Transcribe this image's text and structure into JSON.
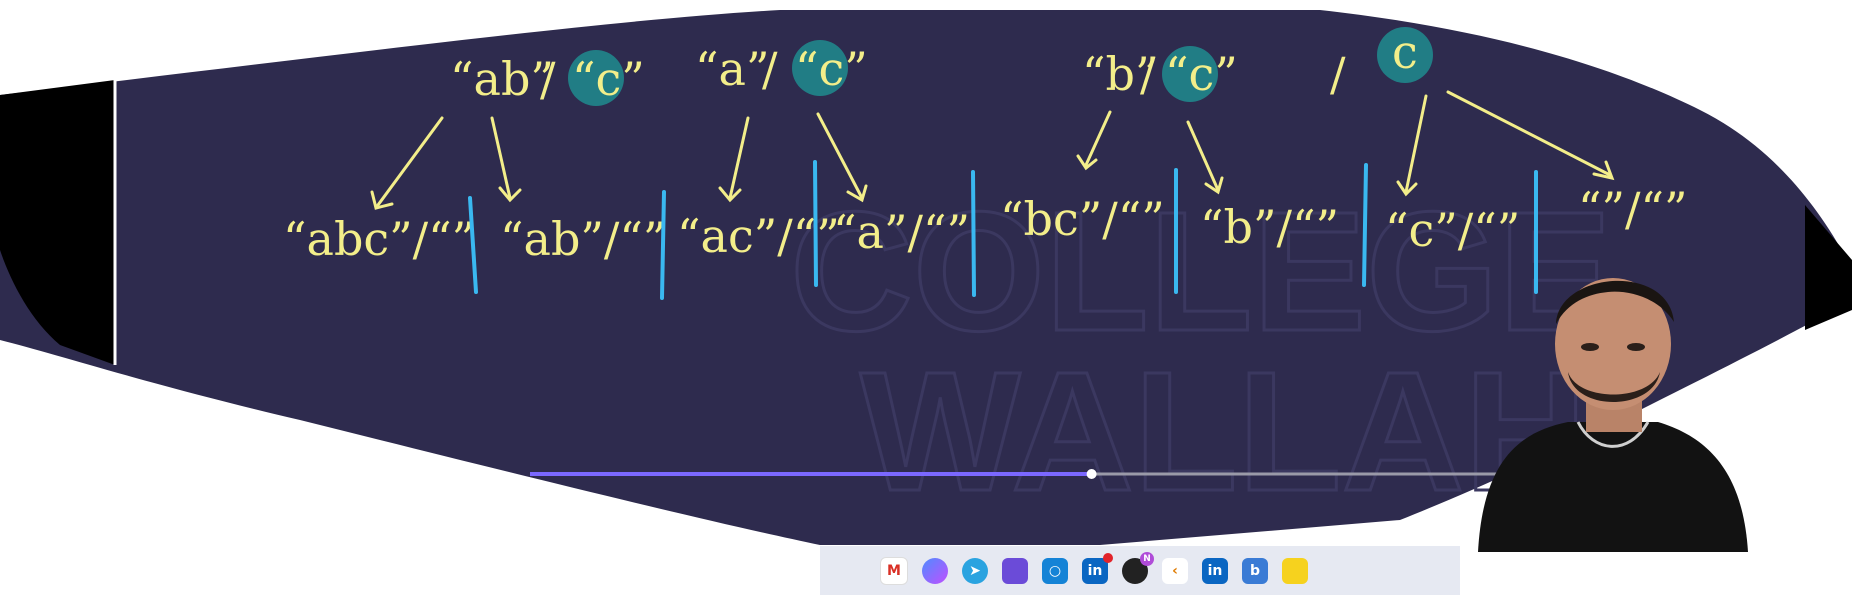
{
  "colors": {
    "board": "#2e2b4e",
    "chalk": "#f3ee8a",
    "divider": "#3ab8f0",
    "highlight": "#1e8c8f",
    "progress": "#7b68ff"
  },
  "parents": [
    {
      "left": "“ab”",
      "right": "“c”"
    },
    {
      "left": "“a”",
      "right": "“c”"
    },
    {
      "left": "“b”",
      "right": "“c”"
    },
    {
      "left": "/",
      "right": "c"
    }
  ],
  "leaves": [
    "“abc”/“”",
    "“ab”/“”",
    "“ac”/“”",
    "“a”/“”",
    "“bc”/“”",
    "“b”/“”",
    "“c”/“”",
    "“”/“”"
  ],
  "watermark": {
    "line1": "COLLEGE",
    "line2": "WALLAH"
  },
  "video": {
    "progress": 0.48
  },
  "taskbar": {
    "icons": [
      "gmail-icon",
      "copilot-icon",
      "telegram-icon",
      "clapper-icon",
      "cortana-icon",
      "linkedin-icon",
      "profile-icon",
      "code-icon",
      "linkedin-icon",
      "bing-icon",
      "notes-icon"
    ],
    "linkedin_label": "in",
    "profile_badge": "N"
  }
}
